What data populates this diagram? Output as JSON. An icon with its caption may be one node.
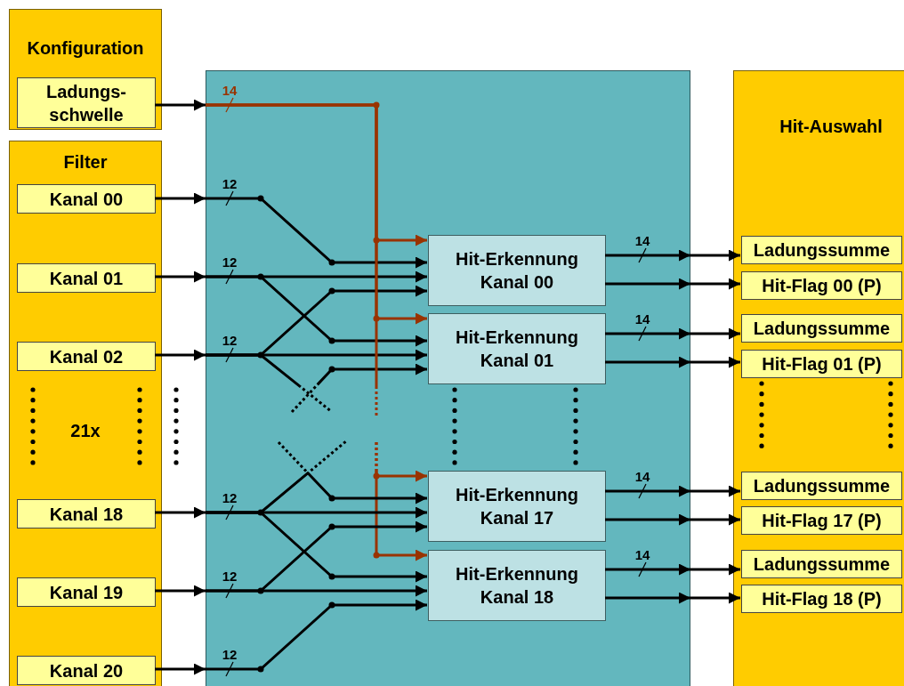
{
  "diagram": {
    "nodes": [
      {
        "text": [
          "Konfiguration"
        ]
      },
      {
        "text": [
          "Ladungs- schwelle"
        ],
        "in": 0
      },
      {
        "text": [
          "Filter",
          "21x"
        ]
      },
      {
        "text": [
          "Kanal 00"
        ],
        "in": 2
      },
      {
        "text": [
          "Kanal 01"
        ],
        "in": 2
      },
      {
        "text": [
          "Kanal 02"
        ],
        "in": 2
      },
      {
        "text": [
          "Kanal 18"
        ],
        "in": 2
      },
      {
        "text": [
          "Kanal 19"
        ],
        "in": 2
      },
      {
        "text": [
          "Kanal 20"
        ],
        "in": 2
      },
      {
        "text": [],
        "shape": "box"
      },
      {
        "text": [
          "Hit-Erkennung Kanal 00"
        ],
        "in": 9
      },
      {
        "text": [
          "Hit-Erkennung Kanal 01"
        ],
        "in": 9
      },
      {
        "text": [
          "Hit-Erkennung Kanal 17"
        ],
        "in": 9
      },
      {
        "text": [
          "Hit-Erkennung Kanal 18"
        ],
        "in": 9
      },
      {
        "text": [
          "Hit-Auswahl"
        ]
      },
      {
        "text": [
          "Ladungssumme"
        ],
        "in": 14
      },
      {
        "text": [
          "Hit-Flag 00 (P)"
        ],
        "in": 14
      },
      {
        "text": [
          "Ladungssumme"
        ],
        "in": 14
      },
      {
        "text": [
          "Hit-Flag 01 (P)"
        ],
        "in": 14
      },
      {
        "text": [
          "Ladungssumme"
        ],
        "in": 14
      },
      {
        "text": [
          "Hit-Flag 17 (P)"
        ],
        "in": 14
      },
      {
        "text": [
          "Ladungssumme"
        ],
        "in": 14
      },
      {
        "text": [
          "Hit-Flag 18 (P)"
        ],
        "in": 14
      }
    ],
    "edges": [
      {
        "from": 1,
        "to": 9,
        "arrow": "to"
      },
      {
        "from": 3,
        "to": 9,
        "arrow": "to"
      },
      {
        "from": 4,
        "to": 9,
        "arrow": "to"
      },
      {
        "from": 5,
        "to": 9,
        "arrow": "to"
      },
      {
        "from": 6,
        "to": 9,
        "arrow": "to"
      },
      {
        "from": 7,
        "to": 9,
        "arrow": "to"
      },
      {
        "from": 8,
        "to": 9,
        "arrow": "to"
      },
      {
        "from": 9,
        "to": 10,
        "arrow": "to",
        "color": "#993300",
        "label": "14"
      },
      {
        "from": 9,
        "to": 11,
        "arrow": "to",
        "color": "#993300"
      },
      {
        "from": null,
        "to": 12,
        "arrow": "to",
        "color": "#993300",
        "style": "dashed"
      },
      {
        "from": null,
        "to": 13,
        "arrow": "to",
        "color": "#993300",
        "style": "dashed"
      },
      {
        "from": 9,
        "to": 10,
        "arrow": "to",
        "label": "12"
      },
      {
        "from": 9,
        "to": 10,
        "arrow": "to",
        "label": "12"
      },
      {
        "from": 9,
        "to": 11,
        "arrow": "to"
      },
      {
        "from": 9,
        "to": 10,
        "arrow": "to",
        "label": "12"
      },
      {
        "from": 9,
        "to": 11,
        "arrow": "to"
      },
      {
        "from": 9,
        "to": null,
        "arrow": "none",
        "style": "dashed"
      },
      {
        "from": null,
        "to": 11,
        "arrow": "to",
        "style": "dashed"
      },
      {
        "from": 9,
        "to": 12,
        "arrow": "to",
        "label": "12"
      },
      {
        "from": 9,
        "to": null,
        "arrow": "none",
        "style": "dashed"
      },
      {
        "from": 9,
        "to": 13,
        "arrow": "to"
      },
      {
        "from": null,
        "to": 12,
        "arrow": "to",
        "style": "dashed"
      },
      {
        "from": 9,
        "to": 13,
        "arrow": "to",
        "label": "12"
      },
      {
        "from": 9,
        "to": 12,
        "arrow": "to"
      },
      {
        "from": 9,
        "to": 13,
        "arrow": "to",
        "label": "12"
      },
      {
        "from": 10,
        "to": 15,
        "arrow": "to",
        "label": "14"
      },
      {
        "from": 10,
        "to": 16,
        "arrow": "to"
      },
      {
        "from": 11,
        "to": 17,
        "arrow": "to",
        "label": "14"
      },
      {
        "from": 11,
        "to": 18,
        "arrow": "to"
      },
      {
        "from": 12,
        "to": 19,
        "arrow": "to",
        "label": "14"
      },
      {
        "from": 12,
        "to": 20,
        "arrow": "to"
      },
      {
        "from": 13,
        "to": 21,
        "arrow": "to",
        "label": "14"
      },
      {
        "from": 13,
        "to": 22,
        "arrow": "to"
      },
      {
        "from": 9,
        "to": null,
        "arrow": "none",
        "color": "#993300",
        "style": "dashed"
      }
    ]
  }
}
